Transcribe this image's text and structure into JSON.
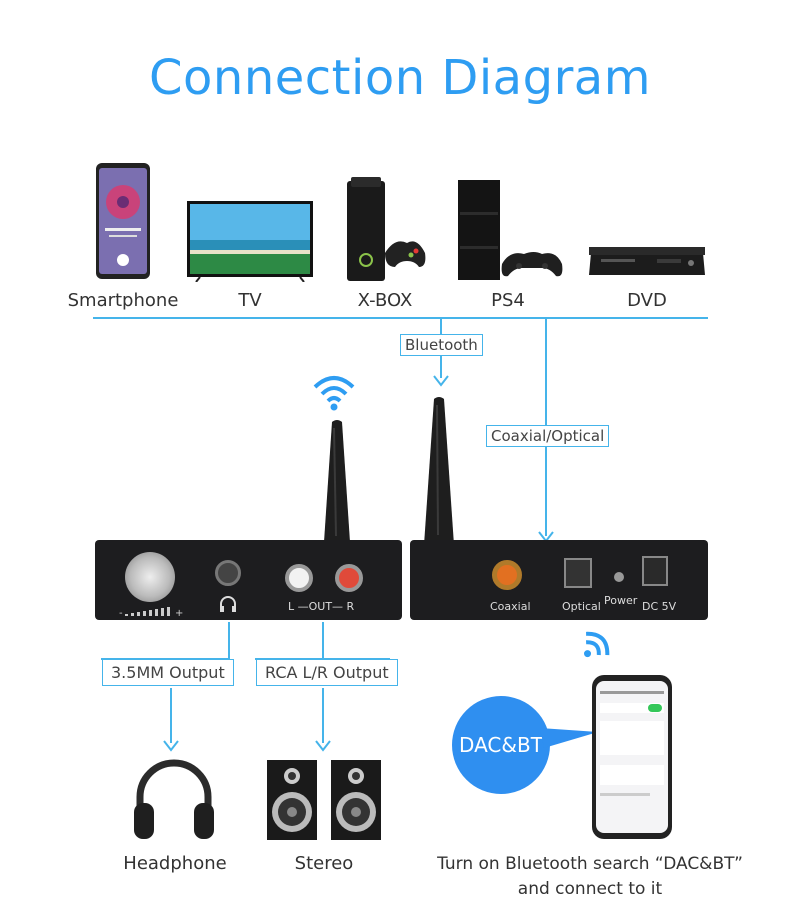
{
  "title": "Connection Diagram",
  "sources": [
    {
      "label": "Smartphone",
      "icon": "smartphone-icon"
    },
    {
      "label": "TV",
      "icon": "tv-icon"
    },
    {
      "label": "X-BOX",
      "icon": "xbox-icon"
    },
    {
      "label": "PS4",
      "icon": "ps4-icon"
    },
    {
      "label": "DVD",
      "icon": "dvd-icon"
    }
  ],
  "connections": {
    "bluetooth": "Bluetooth",
    "coaxial_optical": "Coaxial/Optical",
    "headphone_output": "3.5MM Output",
    "rca_output": "RCA L/R Output"
  },
  "device": {
    "front": {
      "out_label": "L —OUT— R"
    },
    "rear": {
      "coaxial": "Coaxial",
      "optical": "Optical",
      "power": "Power",
      "dc": "DC 5V"
    }
  },
  "outputs": [
    {
      "label": "Headphone",
      "icon": "headphone-icon"
    },
    {
      "label": "Stereo",
      "icon": "speaker-icon"
    }
  ],
  "dac_badge": "DAC&BT",
  "instruction_line1": "Turn on Bluetooth search “DAC&BT”",
  "instruction_line2": "and connect to it",
  "colors": {
    "accent": "#2e9df2",
    "line": "#45b4ea",
    "badge": "#2f8ff0"
  }
}
